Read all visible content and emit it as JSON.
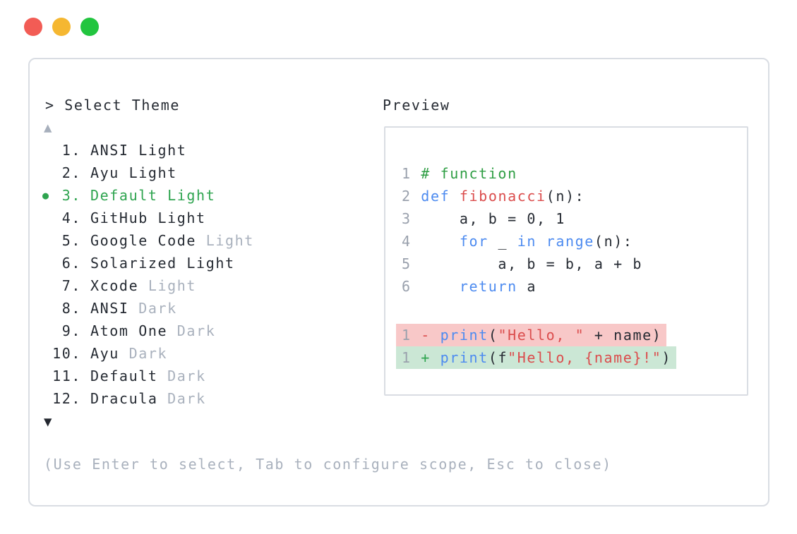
{
  "window": {
    "controls": [
      {
        "name": "close",
        "color": "#f25c55"
      },
      {
        "name": "minimize",
        "color": "#f5b731"
      },
      {
        "name": "zoom",
        "color": "#22c53f"
      }
    ]
  },
  "theme_selector": {
    "prompt": "> Select Theme",
    "scroll_up": "▲",
    "scroll_down": "▼",
    "selected_bullet": "●",
    "items": [
      {
        "number": " 1.",
        "label": "ANSI Light",
        "muted": "",
        "selected": false
      },
      {
        "number": " 2.",
        "label": "Ayu Light",
        "muted": "",
        "selected": false
      },
      {
        "number": " 3.",
        "label": "Default Light",
        "muted": "",
        "selected": true
      },
      {
        "number": " 4.",
        "label": "GitHub Light",
        "muted": "",
        "selected": false
      },
      {
        "number": " 5.",
        "label": "Google Code",
        "muted": " Light",
        "selected": false
      },
      {
        "number": " 6.",
        "label": "Solarized Light",
        "muted": "",
        "selected": false
      },
      {
        "number": " 7.",
        "label": "Xcode",
        "muted": " Light",
        "selected": false
      },
      {
        "number": " 8.",
        "label": "ANSI",
        "muted": " Dark",
        "selected": false
      },
      {
        "number": " 9.",
        "label": "Atom One",
        "muted": " Dark",
        "selected": false
      },
      {
        "number": "10.",
        "label": "Ayu",
        "muted": " Dark",
        "selected": false
      },
      {
        "number": "11.",
        "label": "Default",
        "muted": " Dark",
        "selected": false
      },
      {
        "number": "12.",
        "label": "Dracula",
        "muted": " Dark",
        "selected": false
      }
    ],
    "help_text": "(Use Enter to select, Tab to configure scope, Esc to close)"
  },
  "preview": {
    "label": "Preview",
    "code_lines": [
      {
        "number": "1",
        "tokens": [
          {
            "text": "# function",
            "type": "comment"
          }
        ]
      },
      {
        "number": "2",
        "tokens": [
          {
            "text": "def",
            "type": "keyword"
          },
          {
            "text": " ",
            "type": "plain"
          },
          {
            "text": "fibonacci",
            "type": "function"
          },
          {
            "text": "(n):",
            "type": "plain"
          }
        ]
      },
      {
        "number": "3",
        "tokens": [
          {
            "text": "    a, b = 0, 1",
            "type": "plain"
          }
        ]
      },
      {
        "number": "4",
        "tokens": [
          {
            "text": "    ",
            "type": "plain"
          },
          {
            "text": "for",
            "type": "keyword"
          },
          {
            "text": " _ ",
            "type": "plain"
          },
          {
            "text": "in",
            "type": "keyword"
          },
          {
            "text": " ",
            "type": "plain"
          },
          {
            "text": "range",
            "type": "keyword"
          },
          {
            "text": "(n):",
            "type": "plain"
          }
        ]
      },
      {
        "number": "5",
        "tokens": [
          {
            "text": "        a, b = b, a + b",
            "type": "plain"
          }
        ]
      },
      {
        "number": "6",
        "tokens": [
          {
            "text": "    ",
            "type": "plain"
          },
          {
            "text": "return",
            "type": "keyword"
          },
          {
            "text": " a",
            "type": "plain"
          }
        ]
      }
    ],
    "diff_lines": [
      {
        "number": "1",
        "sign": "-",
        "kind": "removed",
        "tokens": [
          {
            "text": "print",
            "type": "keyword"
          },
          {
            "text": "(",
            "type": "plain"
          },
          {
            "text": "\"Hello, \"",
            "type": "string"
          },
          {
            "text": " + name)",
            "type": "plain"
          }
        ]
      },
      {
        "number": "1",
        "sign": "+",
        "kind": "added",
        "tokens": [
          {
            "text": "print",
            "type": "keyword"
          },
          {
            "text": "(f",
            "type": "plain"
          },
          {
            "text": "\"Hello, {name}!\"",
            "type": "string"
          },
          {
            "text": ")",
            "type": "plain"
          }
        ]
      }
    ]
  },
  "colors": {
    "text": "#262b33",
    "muted": "#a9b1bd",
    "green": "#2ea44f",
    "lineno": "#9aa1ad",
    "comment": "#2f9e44",
    "keyword": "#4d8bf0",
    "accentred": "#db4d4d",
    "removedbg": "#f8c8c8",
    "addedbg": "#cbe7d5",
    "border": "#d9dde3",
    "arrowup": "#a7afbc",
    "arrowdown": "#23272f"
  }
}
